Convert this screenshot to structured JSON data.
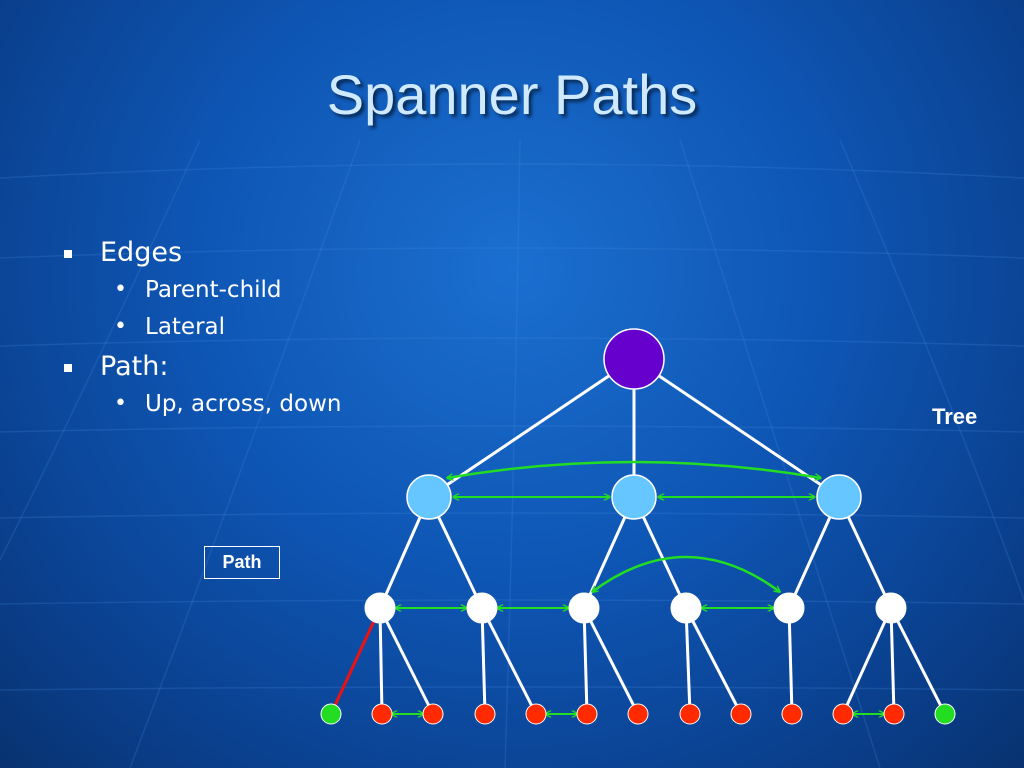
{
  "slide": {
    "title": "Spanner Paths",
    "bullets": [
      {
        "text": "Edges",
        "sub": [
          "Parent-child",
          "Lateral"
        ]
      },
      {
        "text": "Path:",
        "sub": [
          "Up, across, down"
        ]
      }
    ]
  },
  "diagram": {
    "tree_label": "Tree",
    "path_label": "Path",
    "colors": {
      "root": "#6600cc",
      "level1": "#66c6ff",
      "level2": "#ffffff",
      "leaf": "#ff2a00",
      "leaf_endpoint": "#22dd22",
      "lateral_edge": "#22dd22",
      "tree_edge": "#ffffff",
      "path_edge": "#ee1111"
    }
  }
}
